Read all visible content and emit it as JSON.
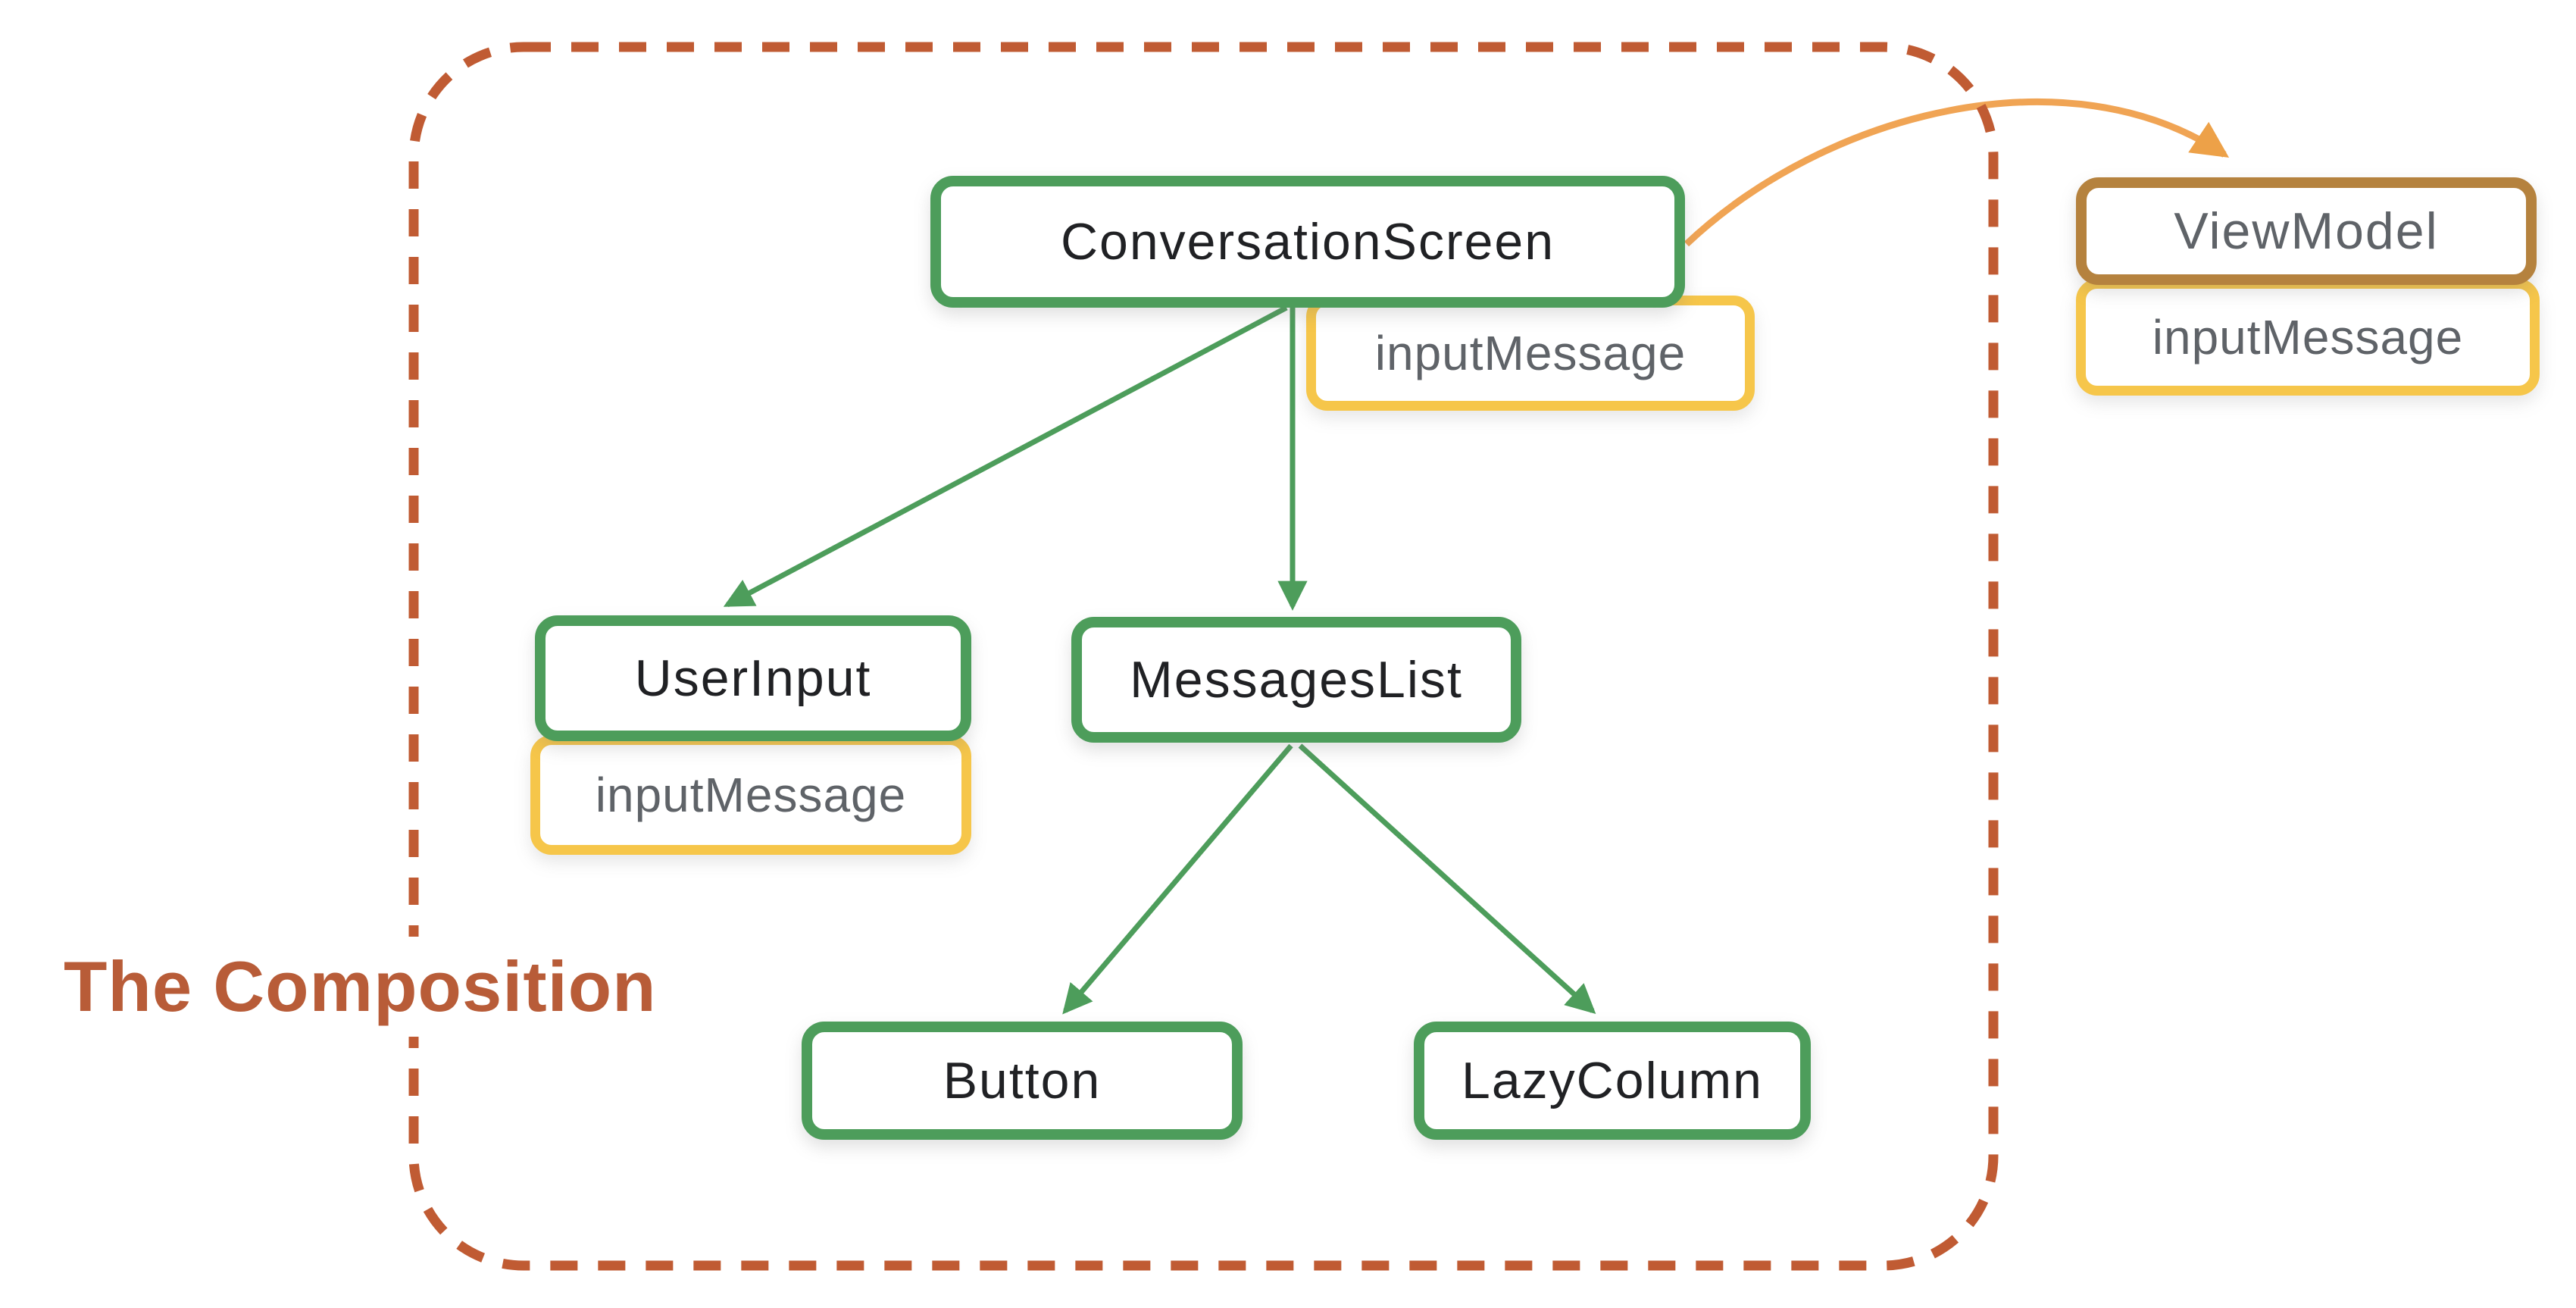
{
  "title": {
    "text": "The Composition"
  },
  "colors": {
    "green": "#4d9d5b",
    "yellow": "#f6c64a",
    "brown": "#b5823e",
    "orange": "#f0a454",
    "rust": "#c05b33",
    "title-color": "#b85c38",
    "gray-text": "#5f6368",
    "black-text": "#202124",
    "bg": "#ffffff"
  },
  "diagram": {
    "composition": {
      "conversation_screen": {
        "label": "ConversationScreen",
        "state": "inputMessage"
      },
      "user_input": {
        "label": "UserInput",
        "state": "inputMessage"
      },
      "messages_list": {
        "label": "MessagesList"
      },
      "button": {
        "label": "Button"
      },
      "lazy_column": {
        "label": "LazyColumn"
      }
    },
    "view_model": {
      "label": "ViewModel",
      "state": "inputMessage"
    },
    "edges": [
      "ConversationScreen -> UserInput",
      "ConversationScreen -> MessagesList",
      "MessagesList -> Button",
      "MessagesList -> LazyColumn",
      "ConversationScreen -> ViewModel"
    ]
  }
}
